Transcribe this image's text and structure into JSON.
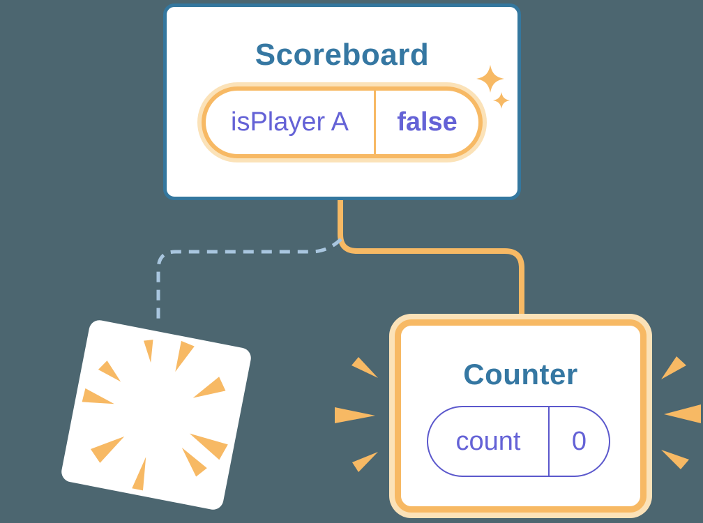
{
  "background_color": "#4C6670",
  "scoreboard": {
    "title": "Scoreboard",
    "state": {
      "name": "isPlayer A",
      "value": "false"
    }
  },
  "counter": {
    "title": "Counter",
    "state": {
      "name": "count",
      "value": "0"
    }
  },
  "icons": {
    "sparkle": "sparkle-icon",
    "poof_burst": "poof-burst-icon",
    "emphasis_burst": "emphasis-burst-icon"
  },
  "colors": {
    "background": "#4C6670",
    "card_background": "#FFFFFF",
    "card_border_blue": "#34779E",
    "title_blue": "#3577A2",
    "accent_orange": "#F7B964",
    "halo_orange": "#FBE2B8",
    "state_purple": "#6462D6",
    "pill_border_purple": "#5B58CC",
    "dashed_connector_blue": "#A9C6DF"
  }
}
